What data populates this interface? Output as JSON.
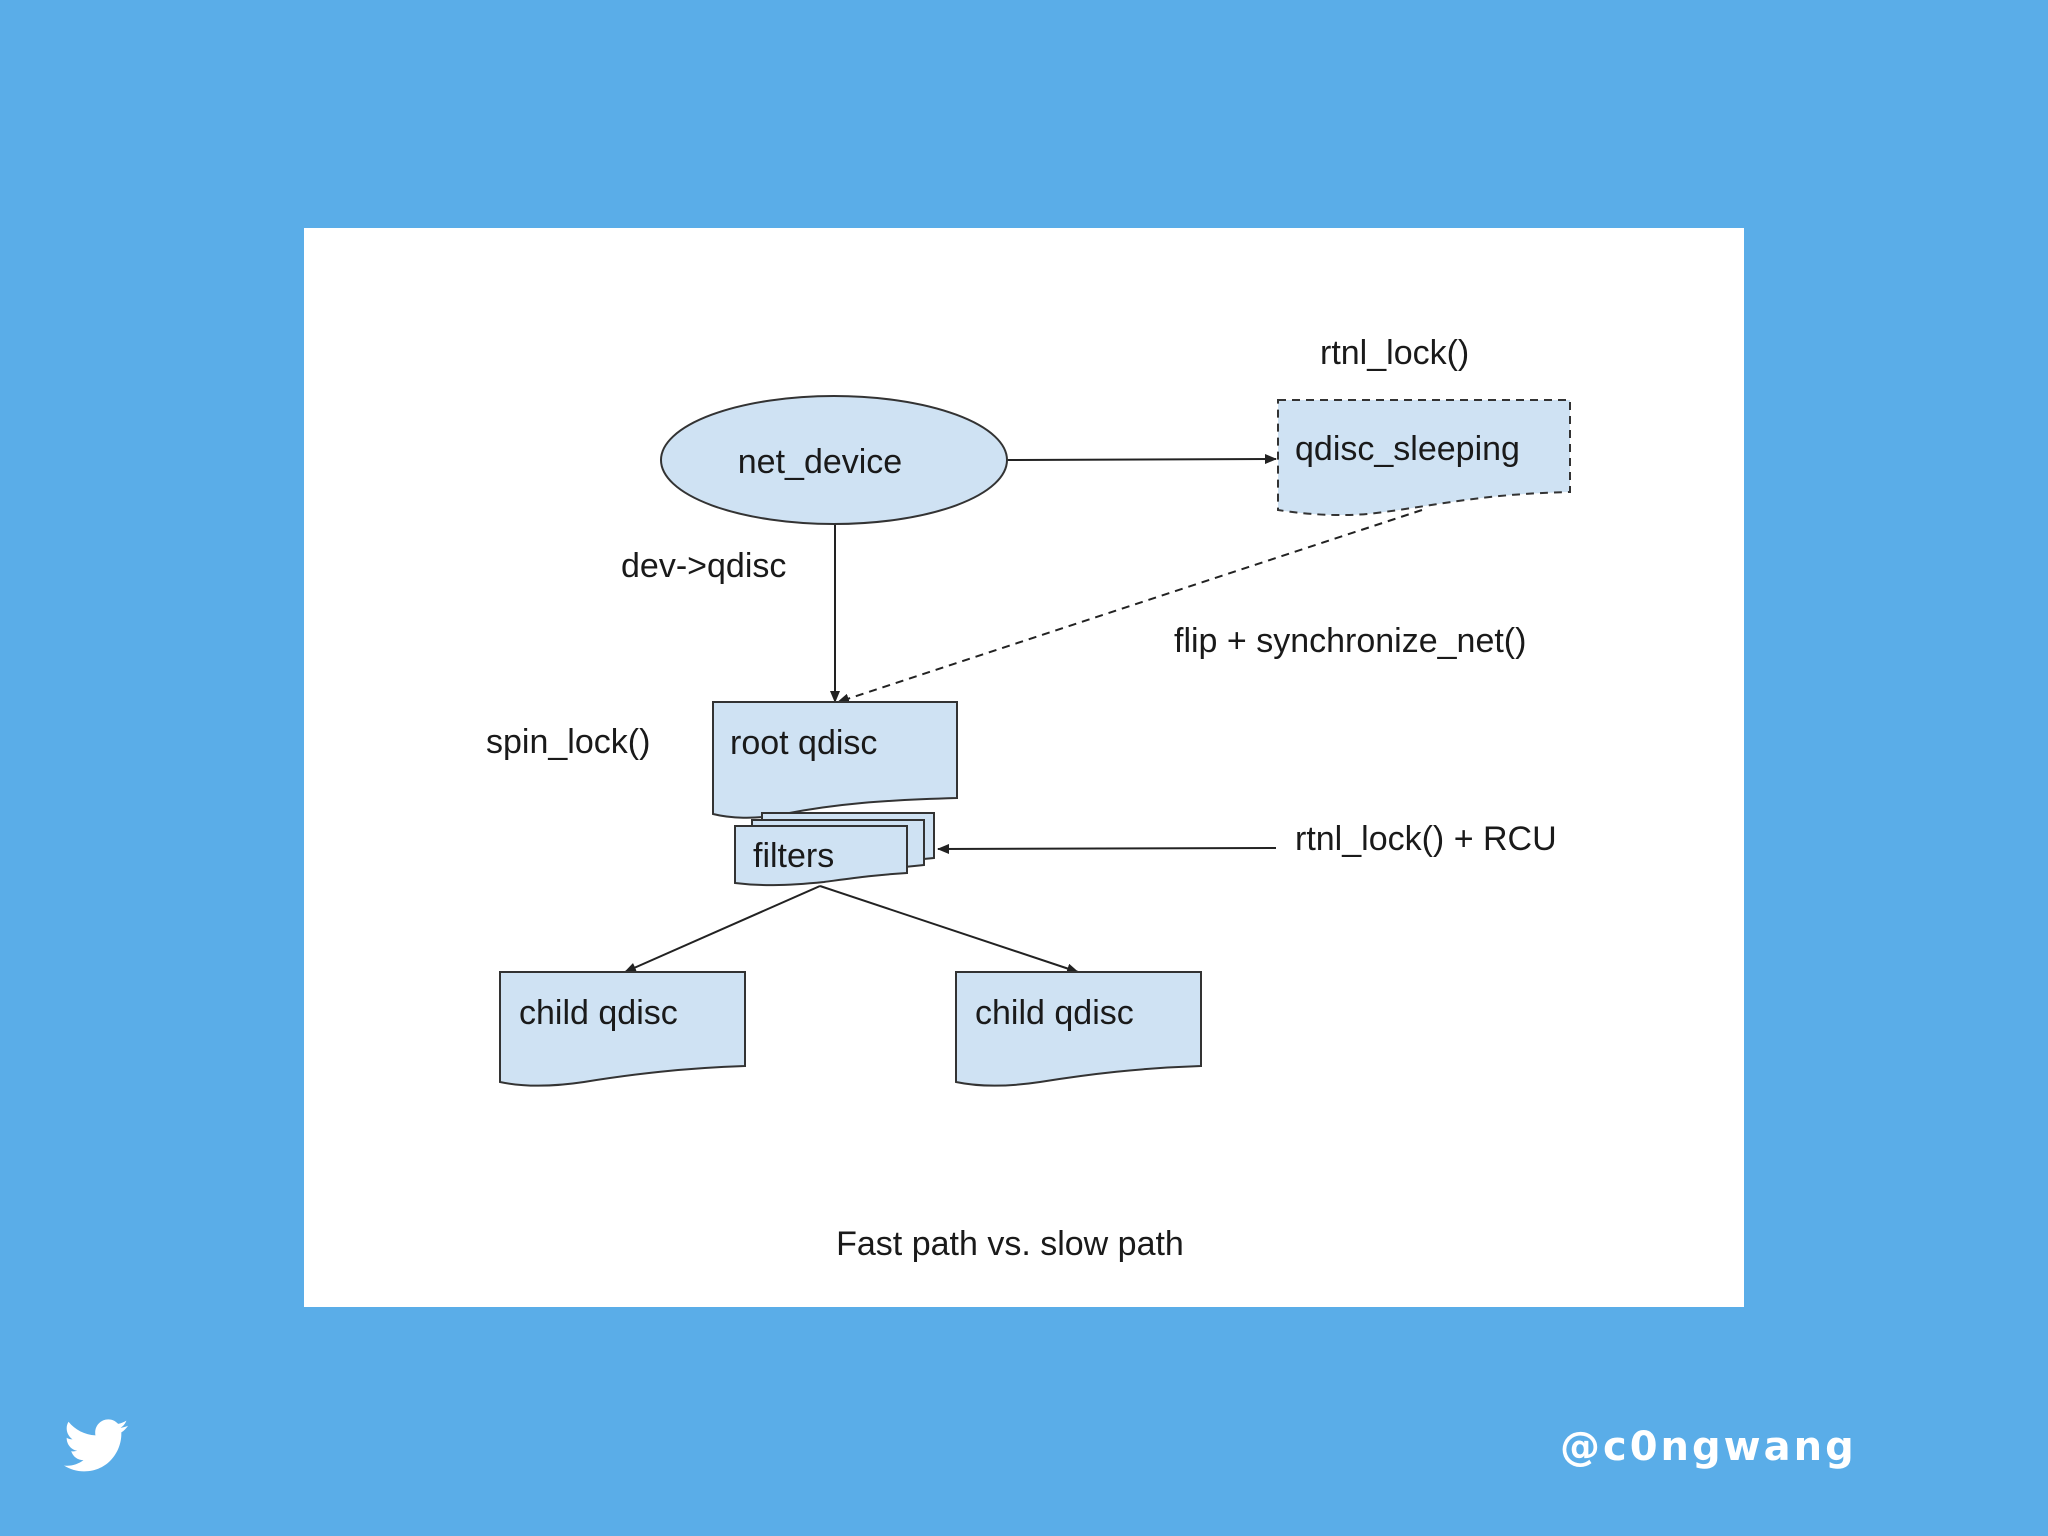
{
  "diagram": {
    "nodes": {
      "net_device": "net_device",
      "qdisc_sleeping": "qdisc_sleeping",
      "root_qdisc": "root qdisc",
      "filters": "filters",
      "child_qdisc_left": "child qdisc",
      "child_qdisc_right": "child qdisc"
    },
    "edge_labels": {
      "dev_qdisc": "dev->qdisc",
      "flip_sync": "flip + synchronize_net()",
      "rtnl_rcu": "rtnl_lock() + RCU"
    },
    "annotations": {
      "rtnl_lock": "rtnl_lock()",
      "spin_lock": "spin_lock()"
    },
    "caption": "Fast path vs. slow path"
  },
  "footer": {
    "handle": "@c0ngwang",
    "logo_icon": "twitter-bird-icon"
  },
  "colors": {
    "background": "#5aade8",
    "node_fill": "#cfe2f3",
    "panel": "#ffffff"
  }
}
